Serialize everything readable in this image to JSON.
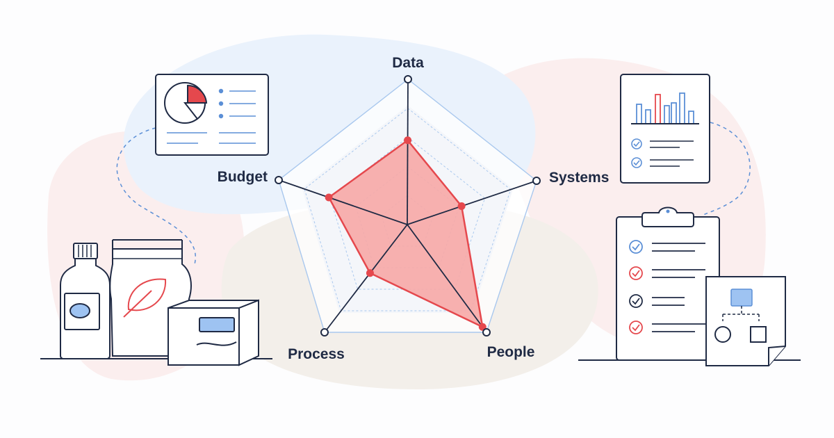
{
  "colors": {
    "navy": "#1f2a44",
    "red": "#e5484d",
    "red_fill": "#f7a9a6",
    "blue": "#5b8fd6",
    "light_blue": "#9ec3f2",
    "blob_blue": "#eaf2fc",
    "blob_pink": "#fbeeee",
    "blob_beige": "#f3efea",
    "grid": "#a9c8ee"
  },
  "chart_data": {
    "type": "radar",
    "axes": [
      "Data",
      "Systems",
      "People",
      "Process",
      "Budget"
    ],
    "levels": 5,
    "rmax": 1.0,
    "series": [
      {
        "values": [
          0.58,
          0.42,
          0.95,
          0.45,
          0.61
        ]
      }
    ],
    "legend": "none",
    "grid": true
  },
  "illustrations": {
    "left": [
      "pie-chart-report-icon",
      "bottle-icon",
      "leaf-pouch-icon",
      "box-icon"
    ],
    "right": [
      "bar-chart-report-icon",
      "checklist-clipboard-icon",
      "org-chart-document-icon"
    ]
  }
}
